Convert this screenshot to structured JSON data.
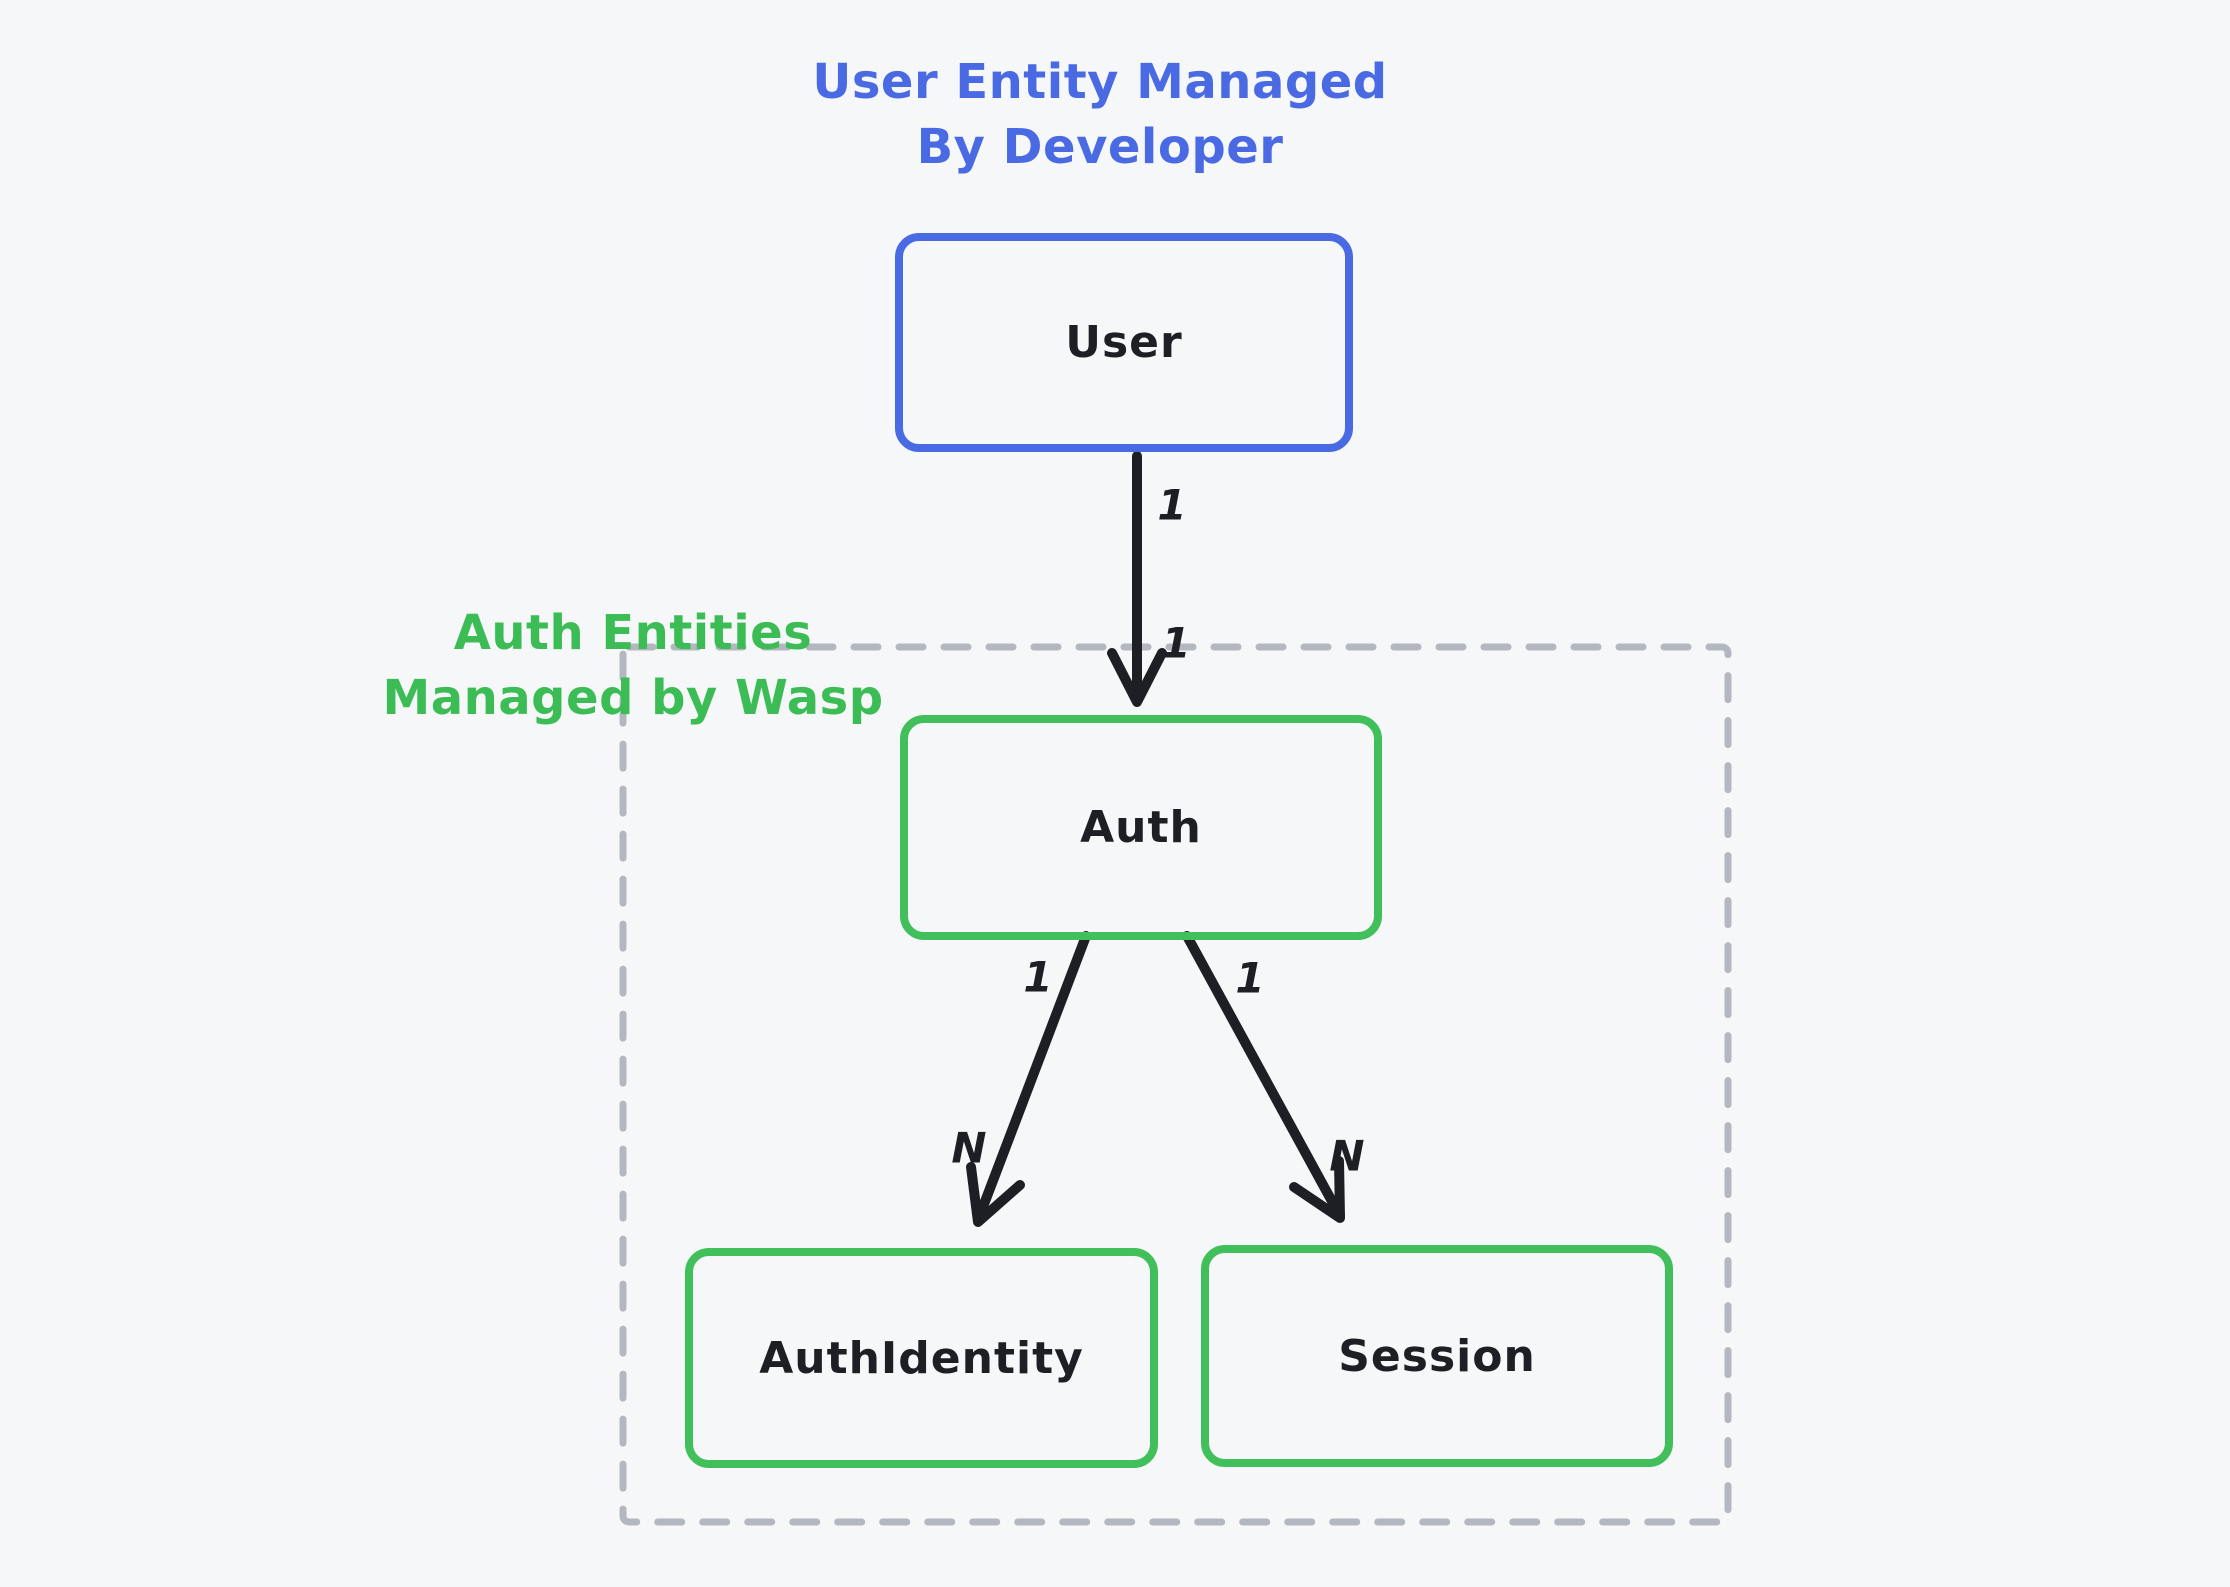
{
  "title": {
    "text": "User Entity Managed\nBy Developer",
    "color": "#4a6ae4"
  },
  "group": {
    "label": "Auth Entities\nManaged by Wasp",
    "label_color": "#3cbc55",
    "border_color": "#b3b8c0",
    "border_style": "dashed"
  },
  "nodes": [
    {
      "id": "user",
      "label": "User",
      "accent": "#4a6ae4",
      "managed_by": "Developer"
    },
    {
      "id": "auth",
      "label": "Auth",
      "accent": "#41bf5b",
      "managed_by": "Wasp"
    },
    {
      "id": "auth-identity",
      "label": "AuthIdentity",
      "accent": "#41bf5b",
      "managed_by": "Wasp"
    },
    {
      "id": "session",
      "label": "Session",
      "accent": "#41bf5b",
      "managed_by": "Wasp"
    }
  ],
  "edges": [
    {
      "from": "User",
      "to": "Auth",
      "source_label": "1",
      "target_label": "1"
    },
    {
      "from": "Auth",
      "to": "AuthIdentity",
      "source_label": "1",
      "target_label": "N"
    },
    {
      "from": "Auth",
      "to": "Session",
      "source_label": "1",
      "target_label": "N"
    }
  ],
  "colors": {
    "background": "#f6f7f9",
    "arrow": "#1d1f24",
    "node_text": "#1d1f24"
  }
}
